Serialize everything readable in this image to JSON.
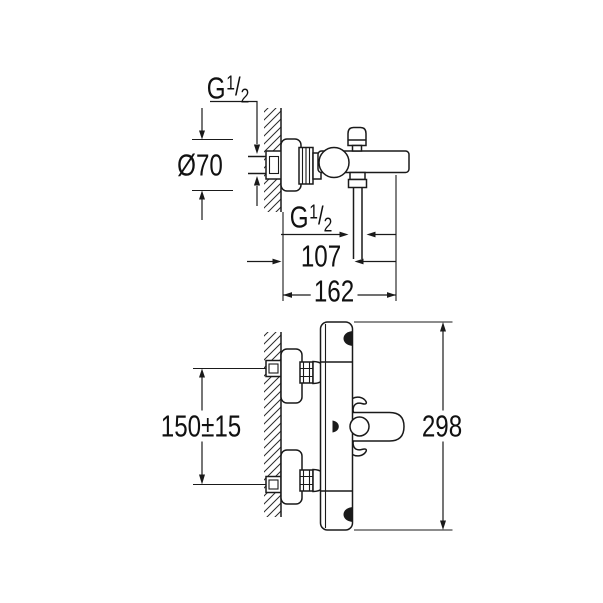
{
  "meta": {
    "background_color": "#ffffff",
    "ink_color": "#1a1a1a",
    "drawing_type": "wall-mounted bath mixer installation dimensions"
  },
  "views": {
    "side_view": {
      "labels": {
        "inlet_thread": {
          "prefix": "G",
          "numerator": "1",
          "slash": "/",
          "denominator": "2"
        },
        "escutcheon_diameter": "Ø70",
        "hose_thread": {
          "prefix": "G",
          "numerator": "1",
          "slash": "/",
          "denominator": "2"
        },
        "wall_to_hose_center": "107",
        "wall_to_body_end": "162"
      }
    },
    "front_view": {
      "labels": {
        "inlet_spacing": "150±15",
        "overall_height": "298"
      }
    }
  }
}
